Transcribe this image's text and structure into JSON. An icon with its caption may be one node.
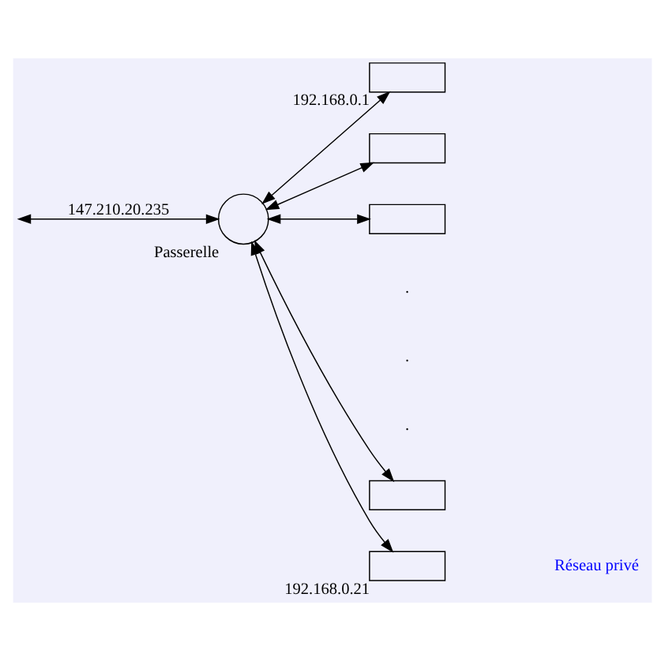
{
  "diagram": {
    "nodes": [
      {
        "text": [],
        "shape": "circle",
        "beside": [
          "Passerelle"
        ]
      },
      {
        "text": [],
        "shape": "box",
        "beside": [
          "192.168.0.1"
        ]
      },
      {
        "text": [],
        "shape": "box"
      },
      {
        "text": [],
        "shape": "box"
      },
      {
        "text": [],
        "shape": "box"
      },
      {
        "text": [],
        "shape": "box",
        "beside": [
          "192.168.0.21"
        ]
      }
    ],
    "edges": [
      {
        "from": null,
        "to": 0,
        "arrow": "both",
        "label": "147.210.20.235"
      },
      {
        "from": 0,
        "to": 1,
        "arrow": "both"
      },
      {
        "from": 0,
        "to": 2,
        "arrow": "both"
      },
      {
        "from": 0,
        "to": 3,
        "arrow": "both"
      },
      {
        "from": 0,
        "to": 4,
        "arrow": "both"
      },
      {
        "from": 0,
        "to": 5,
        "arrow": "both"
      }
    ],
    "labels": [
      ".",
      ".",
      ".",
      "Réseau privé"
    ]
  }
}
